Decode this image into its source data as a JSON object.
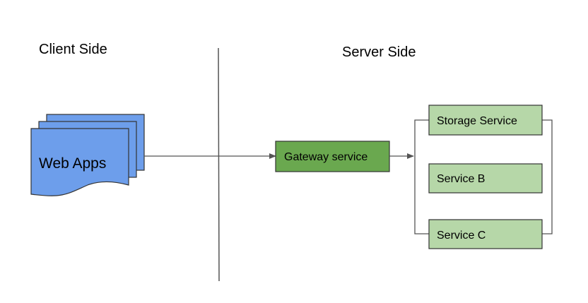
{
  "titles": {
    "client": "Client Side",
    "server": "Server Side"
  },
  "nodes": {
    "web_apps": "Web Apps",
    "gateway": "Gateway service",
    "storage": "Storage Service",
    "service_b": "Service B",
    "service_c": "Service C"
  },
  "colors": {
    "web_apps_fill": "#6d9eeb",
    "gateway_fill": "#6aa84f",
    "service_fill": "#b6d7a8",
    "line": "#555555",
    "border": "#333333"
  }
}
